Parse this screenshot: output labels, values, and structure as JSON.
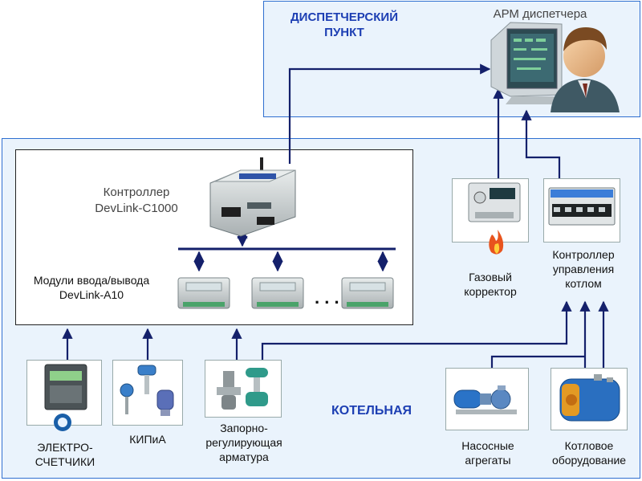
{
  "dispatch": {
    "title_line1": "ДИСПЕТЧЕРСКИЙ",
    "title_line2": "ПУНКТ",
    "workstation": "АРМ диспетчера"
  },
  "boiler_room": {
    "title": "КОТЕЛЬНАЯ"
  },
  "controller": {
    "line1": "Контроллер",
    "line2": "DevLink-C1000"
  },
  "modules": {
    "line1": "Модули ввода/вывода",
    "line2": "DevLink-A10",
    "ellipsis": ". . ."
  },
  "gas_corrector": {
    "line1": "Газовый",
    "line2": "корректор"
  },
  "boiler_controller": {
    "line1": "Контроллер",
    "line2": "управления",
    "line3": "котлом"
  },
  "meters": {
    "line1": "ЭЛЕКТРО-",
    "line2": "СЧЕТЧИКИ"
  },
  "kipia": {
    "label": "КИПиА"
  },
  "valves": {
    "line1": "Запорно-",
    "line2": "регулирующая",
    "line3": "арматура"
  },
  "pumps": {
    "line1": "Насосные",
    "line2": "агрегаты"
  },
  "boiler_equipment": {
    "line1": "Котловое",
    "line2": "оборудование"
  },
  "colors": {
    "panel_fill": "#eaf3fc",
    "panel_border": "#2f6fd0",
    "arrow": "#14206b",
    "title": "#1d3fb3"
  }
}
